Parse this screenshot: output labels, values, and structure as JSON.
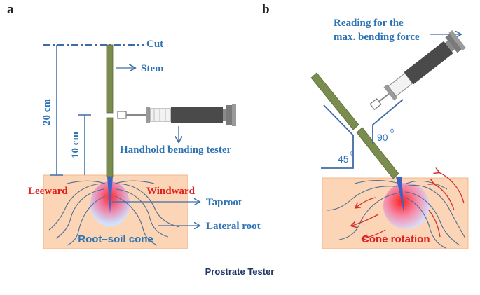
{
  "panel_a": {
    "letter": "a",
    "cut": "Cut",
    "stem": "Stem",
    "dim_20": "20 cm",
    "dim_10": "10 cm",
    "tester": "Handhold bending tester",
    "leeward": "Leeward",
    "windward": "Windward",
    "taproot": "Taproot",
    "lateral_root": "Lateral root",
    "cone": "Root–soil cone"
  },
  "panel_b": {
    "letter": "b",
    "reading_line1": "Reading for the",
    "reading_line2": "max. bending force",
    "angle_45": "45",
    "angle_90": "90",
    "degree": "0",
    "cone_rotation": "Cone rotation"
  },
  "caption": "Prostrate Tester",
  "colors": {
    "label_blue": "#2e74b5",
    "label_red": "#e02020",
    "soil": "#fbd5b5",
    "stem": "#7a8c4e",
    "dim_line": "#3f6ca8"
  }
}
